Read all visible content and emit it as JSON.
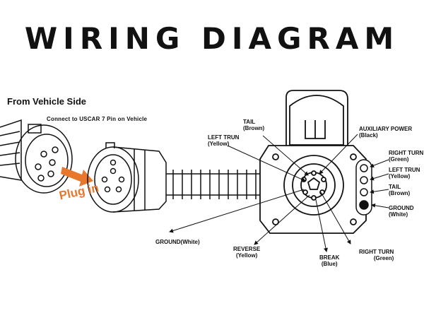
{
  "title": "WIRING DIAGRAM",
  "vehicle_side": {
    "heading": "From Vehicle Side",
    "instruction": "Connect to USCAR 7 Pin on Vehicle",
    "action": "Plug in"
  },
  "pins": {
    "tail": {
      "name": "TAIL",
      "color": "(Brown)"
    },
    "left_turn": {
      "name": "LEFT TRUN",
      "color": "(Yellow)"
    },
    "auxiliary_power": {
      "name": "AUXILIARY POWER",
      "color": "(Black)"
    },
    "ground": {
      "name": "GROUND(White)"
    },
    "reverse": {
      "name": "REVERSE",
      "color": "(Yellow)"
    },
    "brake": {
      "name": "BREAK",
      "color": "(Blue)"
    },
    "right_turn": {
      "name": "RIGHT TURN",
      "color": "(Green)"
    }
  },
  "side_terminals": {
    "right_turn": {
      "name": "RIGHT TURN",
      "color": "(Green)"
    },
    "left_turn": {
      "name": "LEFT TRUN",
      "color": "(Yellow)"
    },
    "tail": {
      "name": "TAIL",
      "color": "(Brown)"
    },
    "ground": {
      "name": "GROUND",
      "color": "(White)"
    }
  },
  "colors": {
    "accent": "#e8772e",
    "line": "#111111"
  }
}
